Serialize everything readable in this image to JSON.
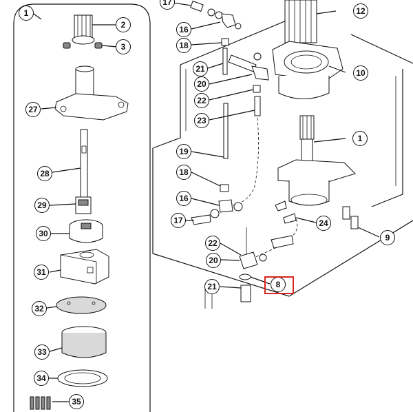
{
  "diagram": {
    "highlight_color": "#d9261c",
    "line_color": "#111111",
    "highlighted_callout": "8",
    "callouts": [
      {
        "id": "c1a",
        "label": "1"
      },
      {
        "id": "c2",
        "label": "2"
      },
      {
        "id": "c3",
        "label": "3"
      },
      {
        "id": "c27",
        "label": "27"
      },
      {
        "id": "c28",
        "label": "28"
      },
      {
        "id": "c29",
        "label": "29"
      },
      {
        "id": "c30",
        "label": "30"
      },
      {
        "id": "c31",
        "label": "31"
      },
      {
        "id": "c32",
        "label": "32"
      },
      {
        "id": "c33",
        "label": "33"
      },
      {
        "id": "c34",
        "label": "34"
      },
      {
        "id": "c35",
        "label": "35"
      },
      {
        "id": "c17a",
        "label": "17"
      },
      {
        "id": "c16a",
        "label": "16"
      },
      {
        "id": "c18a",
        "label": "18"
      },
      {
        "id": "c21a",
        "label": "21"
      },
      {
        "id": "c20a",
        "label": "20"
      },
      {
        "id": "c22a",
        "label": "22"
      },
      {
        "id": "c23",
        "label": "23"
      },
      {
        "id": "c12",
        "label": "12"
      },
      {
        "id": "c10",
        "label": "10"
      },
      {
        "id": "c1b",
        "label": "1"
      },
      {
        "id": "c19",
        "label": "19"
      },
      {
        "id": "c18b",
        "label": "18"
      },
      {
        "id": "c16b",
        "label": "16"
      },
      {
        "id": "c17b",
        "label": "17"
      },
      {
        "id": "c24",
        "label": "24"
      },
      {
        "id": "c9",
        "label": "9"
      },
      {
        "id": "c22b",
        "label": "22"
      },
      {
        "id": "c20b",
        "label": "20"
      },
      {
        "id": "c21b",
        "label": "21"
      },
      {
        "id": "c8",
        "label": "8"
      }
    ]
  }
}
